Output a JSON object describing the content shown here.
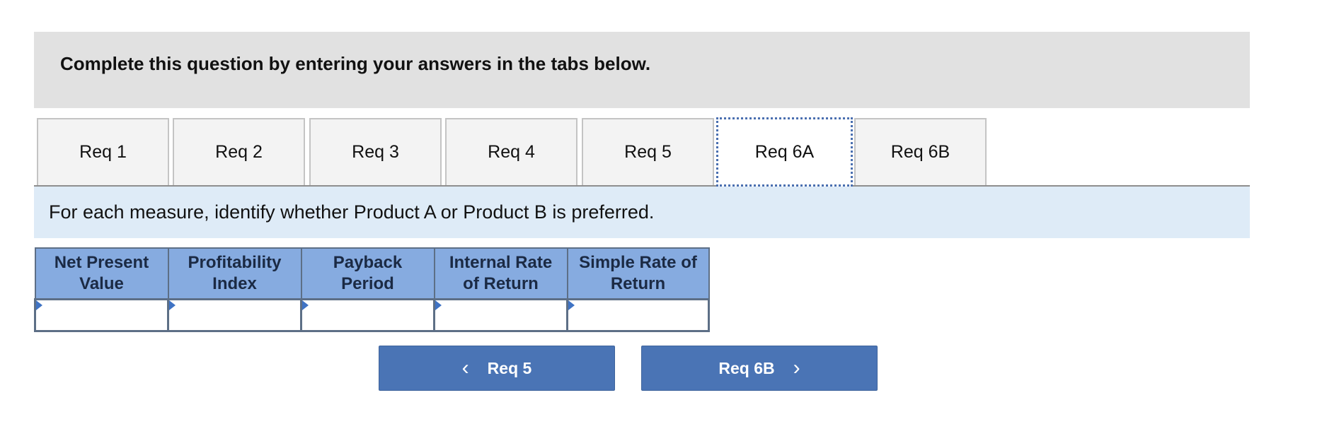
{
  "instruction": "Complete this question by entering your answers in the tabs below.",
  "tabs": [
    {
      "label": "Req 1"
    },
    {
      "label": "Req 2"
    },
    {
      "label": "Req 3"
    },
    {
      "label": "Req 4"
    },
    {
      "label": "Req 5"
    },
    {
      "label": "Req 6A",
      "active": true
    },
    {
      "label": "Req 6B"
    }
  ],
  "prompt": "For each measure, identify whether Product A or Product B is preferred.",
  "table": {
    "headers": [
      {
        "line1": "Net Present",
        "line2": "Value"
      },
      {
        "line1": "Profitability",
        "line2": "Index"
      },
      {
        "line1": "Payback",
        "line2": "Period"
      },
      {
        "line1": "Internal Rate",
        "line2": "of Return"
      },
      {
        "line1": "Simple Rate of",
        "line2": "Return"
      }
    ],
    "values": [
      "",
      "",
      "",
      "",
      ""
    ]
  },
  "nav": {
    "prev_label": "Req 5",
    "prev_icon": "chevron-left-icon",
    "next_label": "Req 6B",
    "next_icon": "chevron-right-icon"
  },
  "colors": {
    "tab_active_border": "#4a6fb0",
    "header_bg": "#86abe0",
    "prompt_bg": "#deebf7",
    "button_bg": "#4a74b5"
  }
}
